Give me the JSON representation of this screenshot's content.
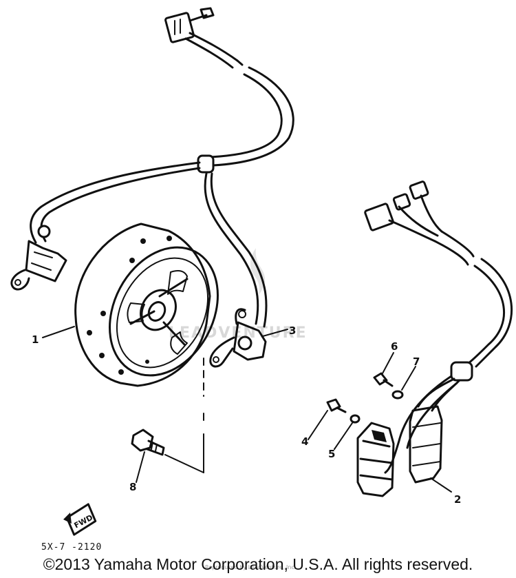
{
  "parts": [
    {
      "number": "1"
    },
    {
      "number": "2"
    },
    {
      "number": "3"
    },
    {
      "number": "4"
    },
    {
      "number": "5"
    },
    {
      "number": "6"
    },
    {
      "number": "7"
    },
    {
      "number": "8"
    }
  ],
  "drawing_code": "5X-7 -2120",
  "fwd_label": "FWD",
  "watermark": {
    "main": "LEADVENTURE",
    "small": "Reproduced by LeadVenture, Inc."
  },
  "copyright": "©2013 Yamaha Motor Corporation, U.S.A. All rights reserved."
}
